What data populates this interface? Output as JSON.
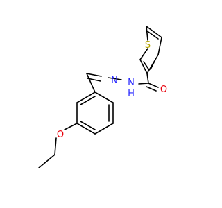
{
  "structure": {
    "atom_labels": {
      "sulfur": "S",
      "carbonyl_oxygen": "O",
      "hydrazone_n1": "N",
      "hydrazone_n2": "N",
      "amide_h": "H",
      "ether_oxygen": "O"
    },
    "colors": {
      "bond": "#000000",
      "sulfur": "#b5a400",
      "oxygen": "#e8000b",
      "nitrogen": "#2626ff"
    }
  }
}
